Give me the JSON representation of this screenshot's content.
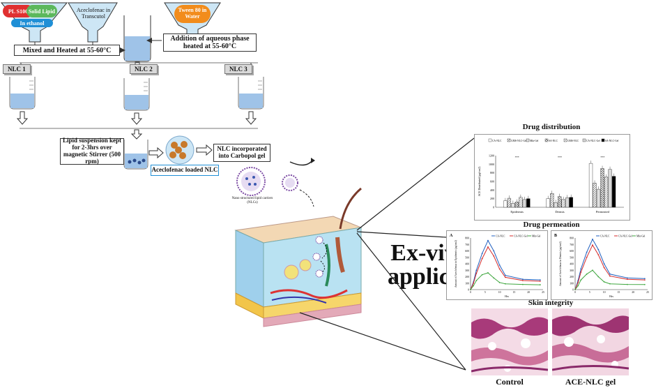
{
  "formulation": {
    "funnel1": {
      "pill_left": "PL S100",
      "pill_right": "Solid Lipid",
      "base": "In ethanol"
    },
    "funnel2": {
      "label": "Aceclofenac in Transcutol"
    },
    "funnel3": {
      "label": "Tween 80 in Water"
    },
    "step_mix": "Mixed and Heated at 55-60°C",
    "step_aqueous": "Addition of aqueous phase heated at 55-60°C",
    "nlc_tags": [
      "NLC 1",
      "NLC 2",
      "NLC 3"
    ],
    "step_stir": "Lipid suspension kept for 2-3hrs over magnetic Stirrer (500 rpm)",
    "step_gel": "NLC incorporated into Carbopol gel",
    "step_loaded": "Aceclofenac loaded NLC",
    "nlc_caption": "Nano structured lipid carriers (NLCs)"
  },
  "center": {
    "line1": "Ex-vivo",
    "line2": "application"
  },
  "colors": {
    "funnel_fill": "#cde6f5",
    "liquid": "#9fc3e8",
    "pill_red": "#e03030",
    "pill_green": "#5cb85c",
    "pill_blue": "#1f8fd6",
    "pill_orange": "#f28c1c",
    "tissue_pink": "#c45a8a"
  },
  "distribution": {
    "title": "Drug distribution",
    "legend": [
      "CA-NLC",
      "GMS-NLC-Gel",
      "Mkt-Gel",
      "SA-NLC",
      "GMS-NLC",
      "CA-NLC-Gel",
      "SA-NLC-Gel"
    ],
    "ylabel": "ACE Distributed (µg/cm2)",
    "groups": [
      "Epidermis",
      "Dermis",
      "Permeated"
    ],
    "yticks": [
      "0",
      "200",
      "400",
      "600",
      "800",
      "1000",
      "1200"
    ],
    "sig": "***"
  },
  "permeation": {
    "title": "Drug permeation",
    "panels": [
      {
        "letter": "A",
        "ylabel": "Amount of Aceclofenac in Epidermis (µg/cm2)",
        "xlabel": "Hrs"
      },
      {
        "letter": "B",
        "ylabel": "Amount of Aceclofenac in Dermis (µg/cm2)",
        "xlabel": "Hrs"
      }
    ],
    "legend": [
      "CA-NLC",
      "CA-NLC-Gel",
      "Mkt-Gel"
    ],
    "yticks": [
      "0",
      "100",
      "200",
      "300",
      "400",
      "500",
      "600",
      "700",
      "800"
    ],
    "xticks": [
      "0",
      "5",
      "10",
      "15",
      "20",
      "25"
    ]
  },
  "integrity": {
    "title": "Skin integrity",
    "labels": [
      "Control",
      "ACE-NLC gel"
    ]
  },
  "chart_data": [
    {
      "type": "bar",
      "title": "Drug distribution",
      "ylabel": "ACE Distributed (µg/cm2)",
      "categories": [
        "Epidermis",
        "Dermis",
        "Permeated"
      ],
      "ylim": [
        0,
        1200
      ],
      "series": [
        {
          "name": "CA-NLC",
          "values": [
            150,
            200,
            1020
          ]
        },
        {
          "name": "GMS-NLC-Gel",
          "values": [
            210,
            320,
            560
          ]
        },
        {
          "name": "Mkt-Gel",
          "values": [
            90,
            110,
            420
          ]
        },
        {
          "name": "SA-NLC",
          "values": [
            120,
            250,
            900
          ]
        },
        {
          "name": "GMS-NLC",
          "values": [
            230,
            180,
            700
          ]
        },
        {
          "name": "CA-NLC-Gel",
          "values": [
            180,
            220,
            880
          ]
        },
        {
          "name": "SA-NLC-Gel",
          "values": [
            200,
            230,
            720
          ]
        }
      ]
    },
    {
      "type": "line",
      "title": "A",
      "xlabel": "Hrs",
      "ylabel": "Amount of Aceclofenac in Epidermis (µg/cm2)",
      "xlim": [
        0,
        25
      ],
      "ylim": [
        0,
        800
      ],
      "x": [
        0,
        1,
        2,
        4,
        6,
        8,
        10,
        12,
        18,
        24
      ],
      "series": [
        {
          "name": "CA-NLC",
          "values": [
            0,
            120,
            300,
            560,
            760,
            600,
            380,
            220,
            160,
            150
          ],
          "color": "#1f5fbf"
        },
        {
          "name": "CA-NLC-Gel",
          "values": [
            0,
            100,
            250,
            480,
            660,
            520,
            320,
            190,
            140,
            130
          ],
          "color": "#d42a2a"
        },
        {
          "name": "Mkt-Gel",
          "values": [
            0,
            60,
            140,
            230,
            260,
            180,
            110,
            90,
            80,
            75
          ],
          "color": "#3ea63e"
        }
      ]
    },
    {
      "type": "line",
      "title": "B",
      "xlabel": "Hrs",
      "ylabel": "Amount of Aceclofenac in Dermis (µg/cm2)",
      "xlim": [
        0,
        25
      ],
      "ylim": [
        0,
        800
      ],
      "x": [
        0,
        1,
        2,
        4,
        6,
        8,
        10,
        12,
        18,
        24
      ],
      "series": [
        {
          "name": "CA-NLC",
          "values": [
            0,
            140,
            320,
            580,
            780,
            620,
            400,
            240,
            180,
            170
          ],
          "color": "#1f5fbf"
        },
        {
          "name": "CA-NLC-Gel",
          "values": [
            0,
            110,
            270,
            500,
            690,
            540,
            340,
            210,
            160,
            150
          ],
          "color": "#d42a2a"
        },
        {
          "name": "Mkt-Gel",
          "values": [
            0,
            60,
            150,
            240,
            300,
            200,
            120,
            90,
            80,
            78
          ],
          "color": "#3ea63e"
        }
      ]
    }
  ]
}
